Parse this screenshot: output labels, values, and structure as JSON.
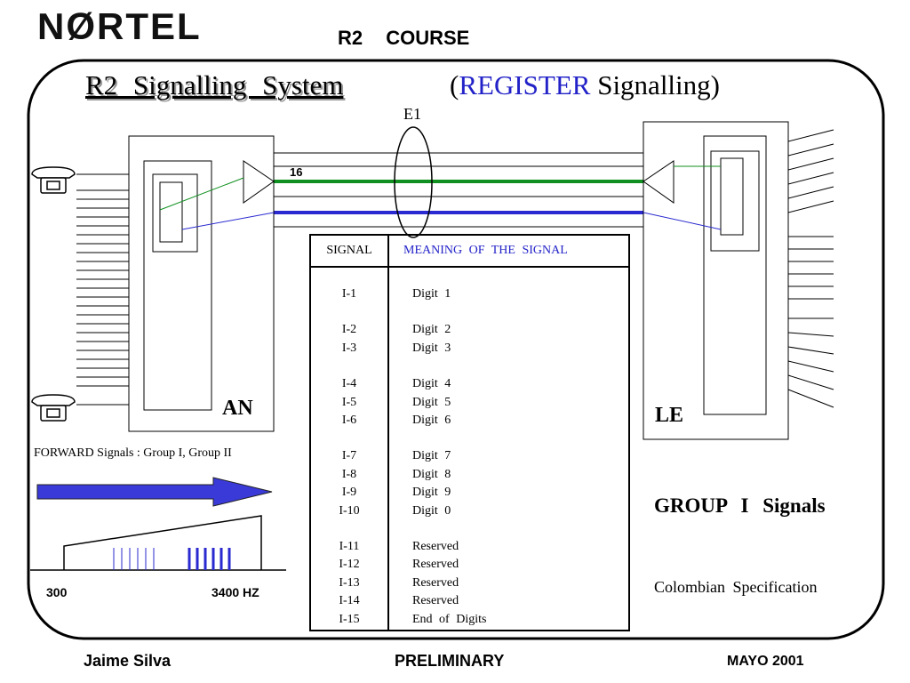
{
  "header": {
    "logo": "NØRTEL",
    "course": "R2 COURSE"
  },
  "title": {
    "main": "R2 Signalling System",
    "paren_open": "(",
    "register": "REGISTER",
    "rest": " Signalling)"
  },
  "diagram": {
    "e1_label": "E1",
    "channel_label": "16",
    "an_label": "AN",
    "le_label": "LE",
    "forward_text": "FORWARD Signals : Group I, Group II",
    "freq_low": "300",
    "freq_high": "3400 HZ",
    "colors": {
      "green": "#109020",
      "blue": "#2a2ad0",
      "arrow": "#3a3ad8"
    }
  },
  "table": {
    "header_signal": "SIGNAL",
    "header_meaning": "MEANING OF THE SIGNAL",
    "groups": [
      {
        "signals": [
          "I-1"
        ],
        "meanings": [
          "Digit 1"
        ]
      },
      {
        "signals": [
          "I-2",
          "I-3"
        ],
        "meanings": [
          "Digit 2",
          "Digit 3"
        ]
      },
      {
        "signals": [
          "I-4",
          "I-5",
          "I-6"
        ],
        "meanings": [
          "Digit 4",
          "Digit 5",
          "Digit 6"
        ]
      },
      {
        "signals": [
          "I-7",
          "I-8",
          "I-9",
          "I-10"
        ],
        "meanings": [
          "Digit 7",
          "Digit 8",
          "Digit 9",
          "Digit 0"
        ]
      },
      {
        "signals": [
          "I-11",
          "I-12",
          "I-13",
          "I-14",
          "I-15"
        ],
        "meanings": [
          "Reserved",
          "Reserved",
          "Reserved",
          "Reserved",
          "End of Digits"
        ]
      }
    ]
  },
  "right_text": {
    "group_title": "GROUP I Signals",
    "specification": "Colombian Specification"
  },
  "footer": {
    "author": "Jaime Silva",
    "status": "PRELIMINARY",
    "date": "MAYO 2001"
  }
}
